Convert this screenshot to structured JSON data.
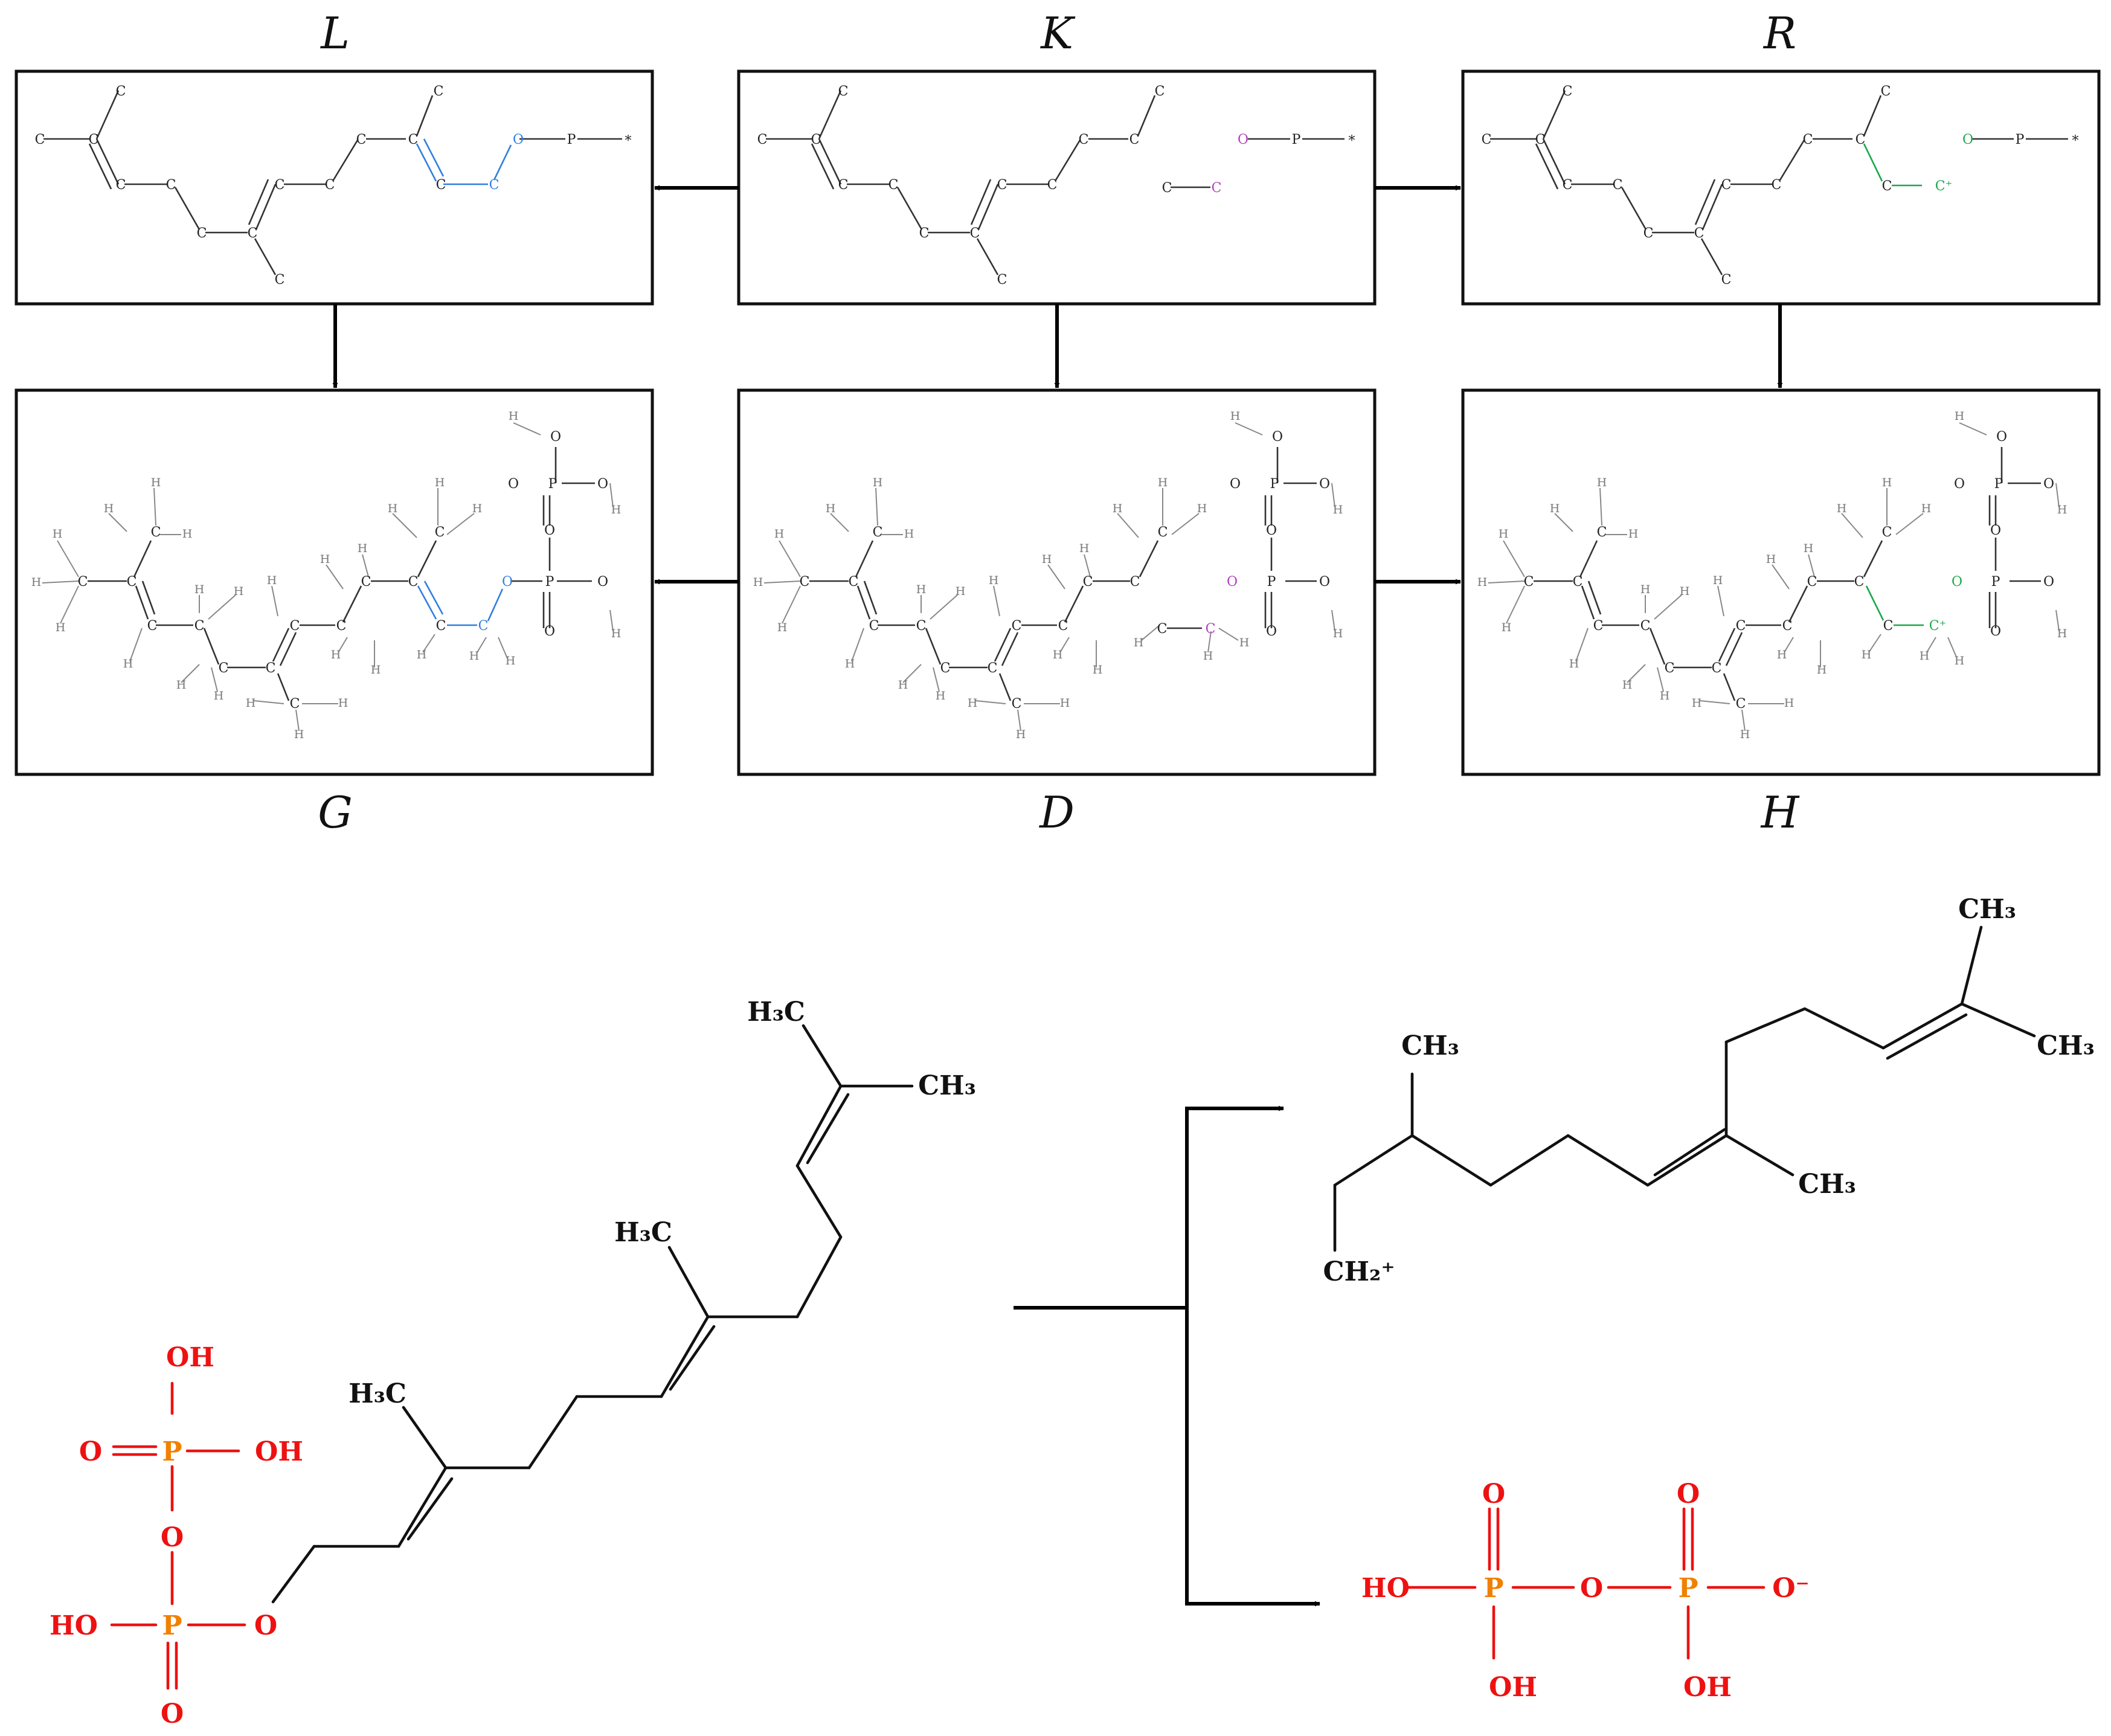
{
  "panels": {
    "L": "L",
    "K": "K",
    "R": "R",
    "G": "G",
    "D": "D",
    "H": "H"
  },
  "atoms": {
    "C": "C",
    "H": "H",
    "O": "O",
    "P": "P",
    "star": "*",
    "cation": "C⁺"
  },
  "reaction": {
    "reactant_groups": {
      "h3c_a": "H₃C",
      "ch3_a": "CH₃",
      "h3c_b": "H₃C",
      "h3c_c": "H₃C",
      "oh1": "OH",
      "oh2": "OH",
      "o_dbl": "O",
      "p1": "P",
      "o_bridge": "O",
      "ho": "HO",
      "p2": "P",
      "o_ester": "O",
      "o_bottom": "O"
    },
    "carbocation_groups": {
      "ch3_top": "CH₃",
      "ch3_right": "CH₃",
      "ch3_left": "CH₃",
      "ch3_mid": "CH₃",
      "ch2_plus": "CH₂⁺"
    },
    "diphosphate_groups": {
      "ho": "HO",
      "p1": "P",
      "o1_top": "O",
      "oh1": "OH",
      "o_bridge": "O",
      "p2": "P",
      "o2_top": "O",
      "oh2": "OH",
      "o_minus": "O⁻"
    }
  },
  "colors": {
    "black": "#111111",
    "oxygen": "#ee1111",
    "phosphorus": "#f08000",
    "highlight_blue": "#2f7fe0",
    "highlight_purple": "#b040c0",
    "highlight_green": "#1aa84a",
    "hydrogen_gray": "#777777"
  }
}
